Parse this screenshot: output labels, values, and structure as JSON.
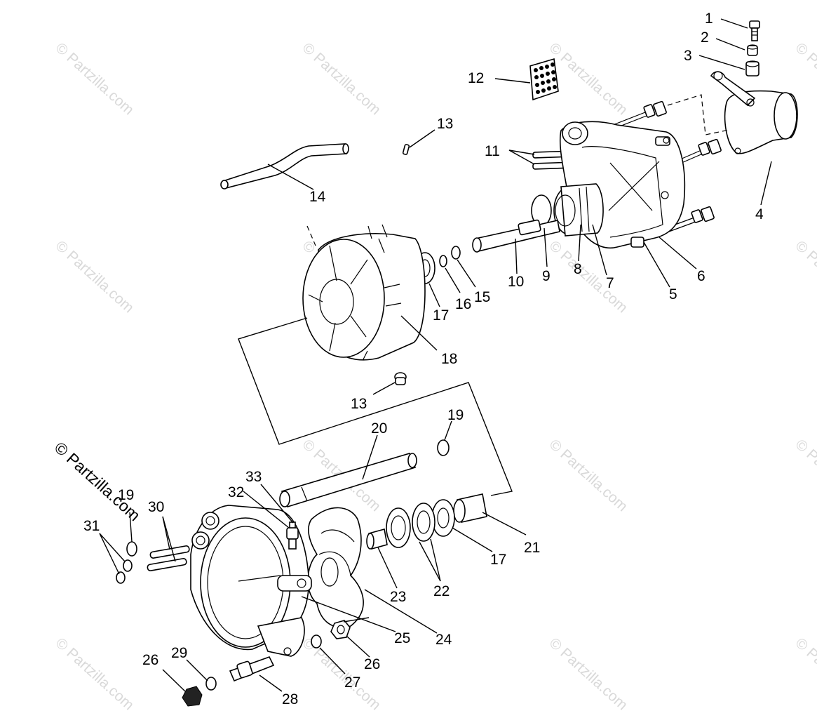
{
  "watermark_text": "© Partzilla.com",
  "callouts": [
    "1",
    "2",
    "3",
    "4",
    "5",
    "6",
    "7",
    "8",
    "9",
    "10",
    "11",
    "12",
    "13",
    "14",
    "15",
    "16",
    "17",
    "18",
    "13",
    "19",
    "20",
    "21",
    "17",
    "22",
    "23",
    "24",
    "25",
    "26",
    "19",
    "30",
    "31",
    "32",
    "33",
    "26",
    "29",
    "27",
    "28"
  ],
  "colors": {
    "ink": "#000000",
    "paper": "#ffffff",
    "watermark": "#d9d9d9"
  }
}
